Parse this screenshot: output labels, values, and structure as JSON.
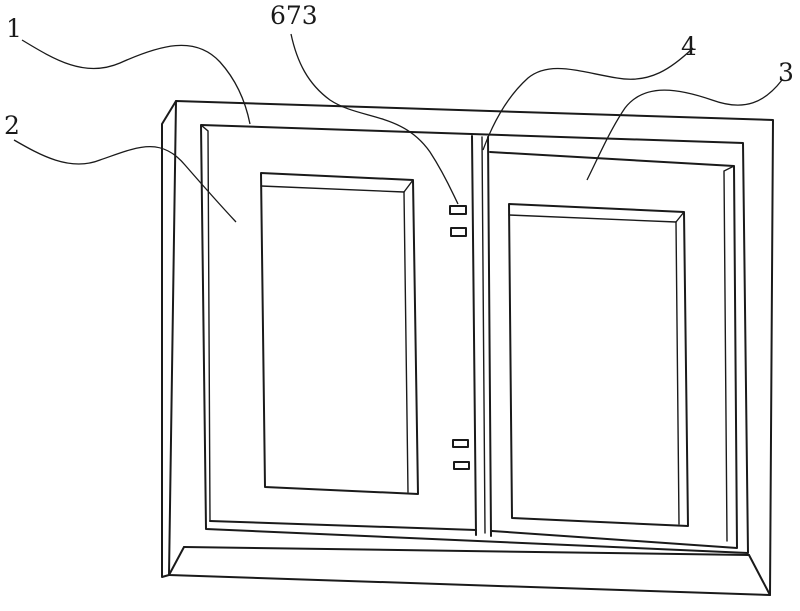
{
  "labels": {
    "frame": "1",
    "left_sash": "2",
    "right_sash": "3",
    "mullion": "4",
    "hinges": "673"
  },
  "colors": {
    "line": "#1a1a1a",
    "background": "#ffffff"
  }
}
